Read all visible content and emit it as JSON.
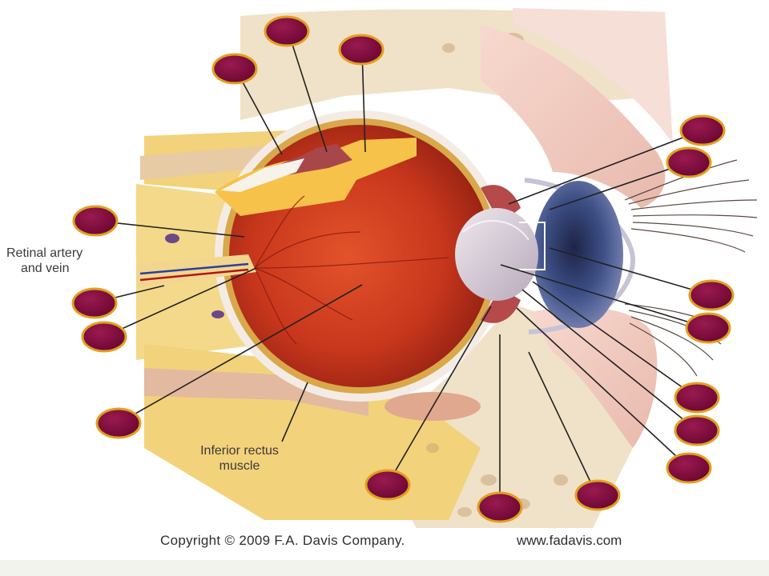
{
  "labels": {
    "retinal_line1": "Retinal artery",
    "retinal_line2": "and vein",
    "inferior_line1": "Inferior rectus",
    "inferior_line2": "muscle"
  },
  "footer": {
    "copyright": "Copyright © 2009 F.A. Davis Company.",
    "website": "www.fadavis.com"
  },
  "colors": {
    "marker_fill": "#7a0a3a",
    "marker_ring": "#e0a020",
    "eye_interior": "#c8371c",
    "sclera": "#f4ece4",
    "fat": "#f2d27a",
    "bone": "#efe2c8",
    "iris": "#3d4f86",
    "lens": "#d9cfd8",
    "leader_line": "#222222"
  },
  "markers": [
    {
      "id": "marker-1"
    },
    {
      "id": "marker-2"
    },
    {
      "id": "marker-3"
    },
    {
      "id": "marker-4"
    },
    {
      "id": "marker-5"
    },
    {
      "id": "marker-6"
    },
    {
      "id": "marker-7"
    },
    {
      "id": "marker-8"
    },
    {
      "id": "marker-9"
    },
    {
      "id": "marker-10"
    },
    {
      "id": "marker-11"
    },
    {
      "id": "marker-12"
    },
    {
      "id": "marker-13"
    },
    {
      "id": "marker-14"
    },
    {
      "id": "marker-15"
    },
    {
      "id": "marker-16"
    },
    {
      "id": "marker-17"
    },
    {
      "id": "marker-18"
    }
  ]
}
